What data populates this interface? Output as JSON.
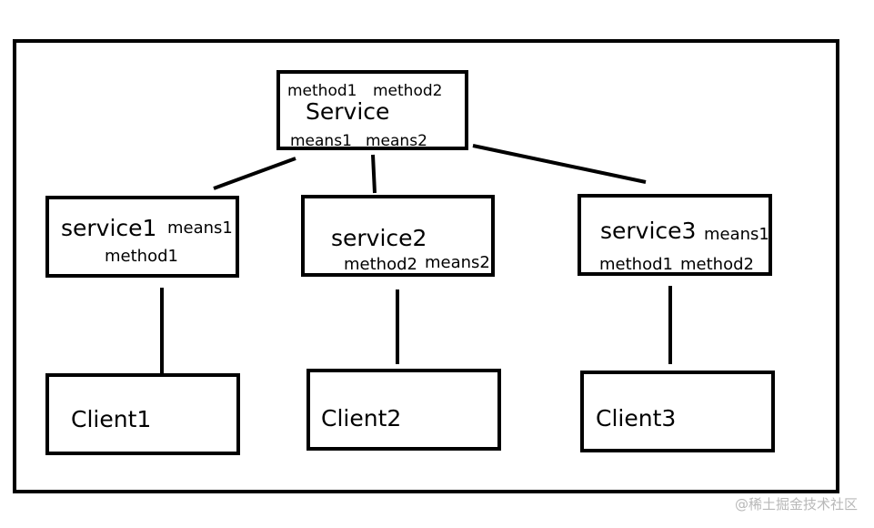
{
  "service": {
    "title": "Service",
    "methods": [
      "method1",
      "method2"
    ],
    "means": [
      "means1",
      "means2"
    ]
  },
  "services": [
    {
      "title": "service1",
      "labels": [
        "means1",
        "method1"
      ]
    },
    {
      "title": "service2",
      "labels": [
        "method2",
        "means2"
      ]
    },
    {
      "title": "service3",
      "labels": [
        "means1",
        "method1",
        "method2"
      ]
    }
  ],
  "clients": [
    "Client1",
    "Client2",
    "Client3"
  ],
  "watermark": "@稀土掘金技术社区"
}
